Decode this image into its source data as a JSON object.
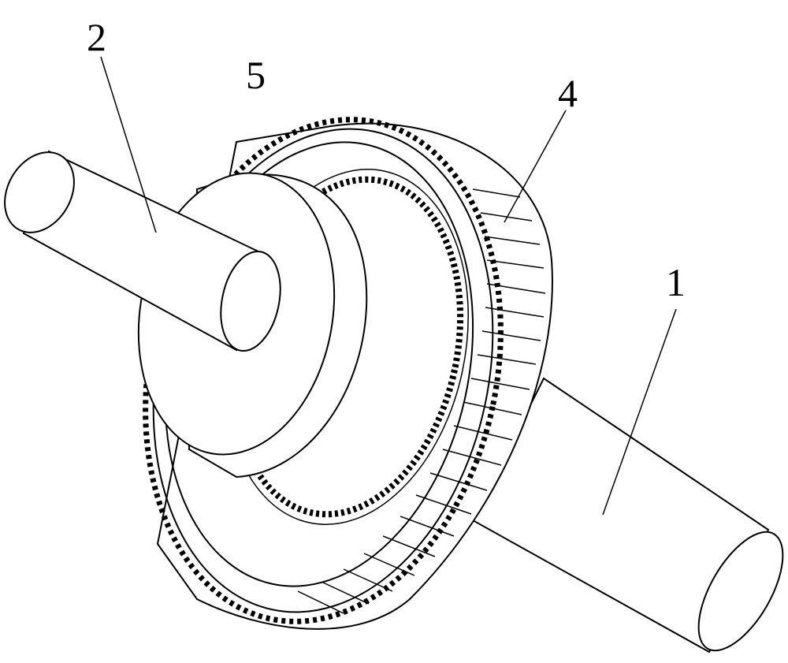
{
  "figure": {
    "callouts": [
      {
        "id": "c2",
        "label": "2"
      },
      {
        "id": "c5",
        "label": "5"
      },
      {
        "id": "c4",
        "label": "4"
      },
      {
        "id": "c1",
        "label": "1"
      }
    ]
  },
  "colors": {
    "line": "#000000",
    "background": "#ffffff"
  }
}
